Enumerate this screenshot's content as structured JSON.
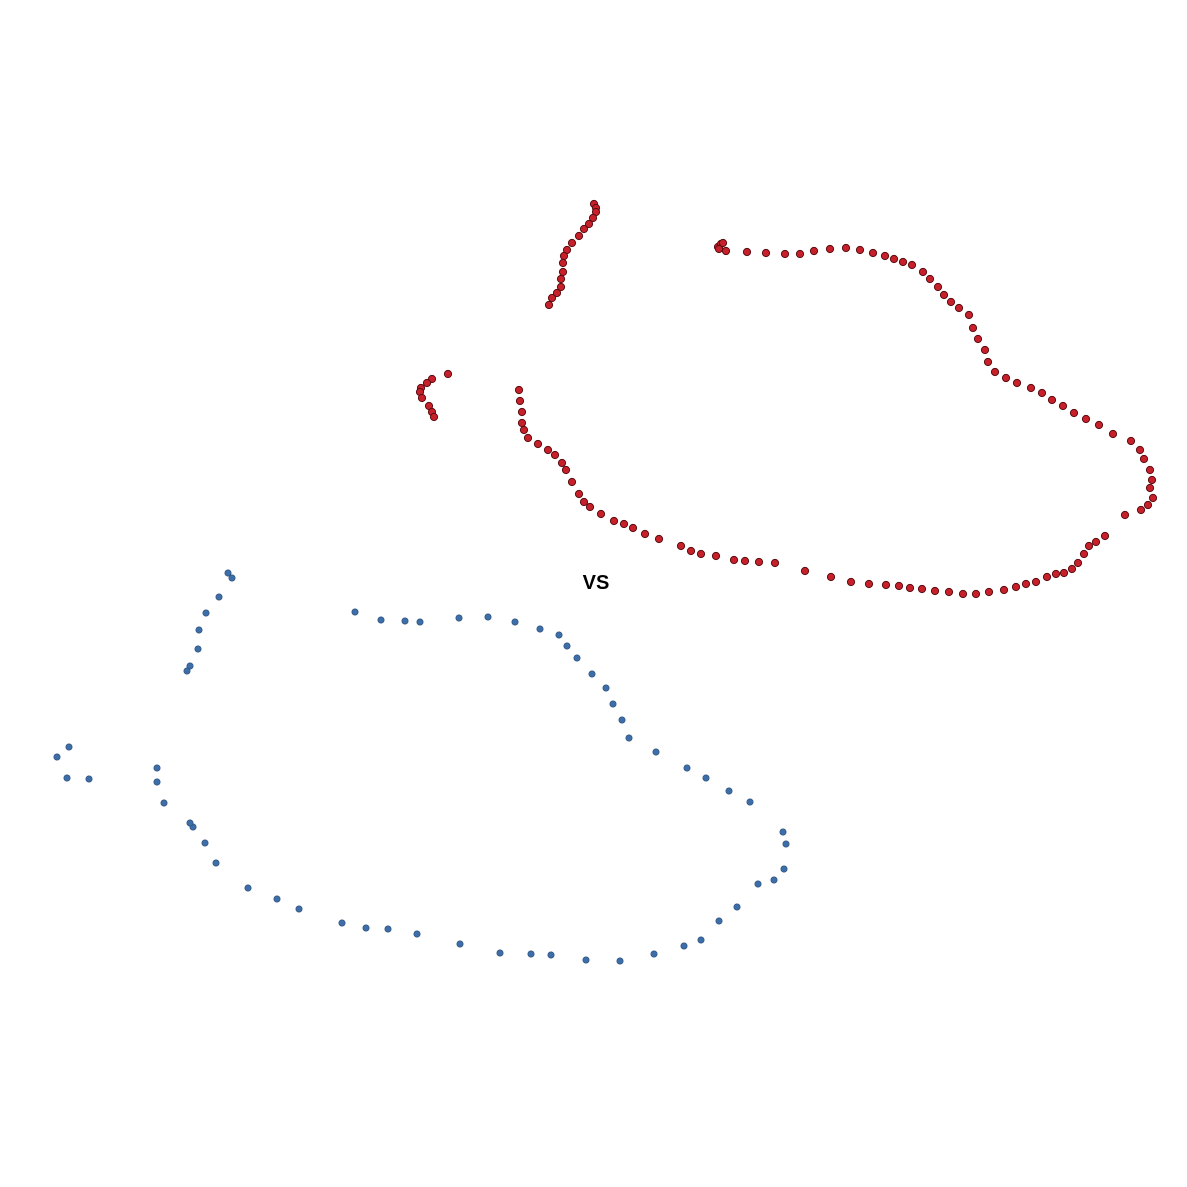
{
  "label": "VS",
  "colors": {
    "red_fill": "#c8202a",
    "red_stroke": "#5a0d12",
    "blue_fill": "#3d6ea8",
    "blue_stroke": "#2a4f7a"
  },
  "shapes": [
    {
      "name": "red-point-cloud",
      "marker_color": "#c8202a",
      "outline_color": "#5a0d12",
      "segments": [
        [
          [
            594,
            204
          ],
          [
            596,
            208
          ],
          [
            596,
            212
          ],
          [
            593,
            218
          ],
          [
            589,
            224
          ],
          [
            584,
            229
          ],
          [
            579,
            236
          ],
          [
            572,
            243
          ],
          [
            567,
            250
          ],
          [
            564,
            256
          ],
          [
            563,
            263
          ],
          [
            563,
            272
          ],
          [
            561,
            279
          ],
          [
            561,
            287
          ],
          [
            557,
            293
          ],
          [
            552,
            298
          ],
          [
            549,
            305
          ]
        ],
        [
          [
            718,
            247
          ],
          [
            721,
            244
          ],
          [
            723,
            243
          ],
          [
            719,
            249
          ],
          [
            726,
            251
          ],
          [
            747,
            252
          ],
          [
            766,
            253
          ],
          [
            785,
            254
          ],
          [
            800,
            254
          ],
          [
            814,
            251
          ],
          [
            830,
            249
          ],
          [
            846,
            248
          ],
          [
            860,
            250
          ],
          [
            873,
            253
          ],
          [
            885,
            256
          ],
          [
            894,
            259
          ],
          [
            903,
            262
          ],
          [
            912,
            265
          ],
          [
            923,
            272
          ],
          [
            930,
            279
          ],
          [
            938,
            287
          ],
          [
            944,
            295
          ],
          [
            951,
            302
          ],
          [
            959,
            308
          ],
          [
            969,
            315
          ],
          [
            973,
            328
          ],
          [
            978,
            339
          ],
          [
            985,
            350
          ],
          [
            988,
            362
          ],
          [
            995,
            372
          ],
          [
            1006,
            378
          ],
          [
            1017,
            383
          ],
          [
            1031,
            388
          ],
          [
            1042,
            393
          ],
          [
            1052,
            400
          ],
          [
            1063,
            406
          ],
          [
            1074,
            413
          ],
          [
            1086,
            419
          ],
          [
            1099,
            425
          ],
          [
            1113,
            434
          ],
          [
            1131,
            441
          ],
          [
            1140,
            450
          ],
          [
            1144,
            459
          ],
          [
            1150,
            470
          ],
          [
            1152,
            480
          ],
          [
            1150,
            488
          ],
          [
            1153,
            498
          ],
          [
            1148,
            505
          ],
          [
            1141,
            510
          ],
          [
            1125,
            515
          ],
          [
            1105,
            536
          ],
          [
            1096,
            542
          ],
          [
            1089,
            546
          ],
          [
            1084,
            554
          ],
          [
            1078,
            563
          ],
          [
            1072,
            569
          ],
          [
            1064,
            573
          ],
          [
            1056,
            574
          ],
          [
            1047,
            577
          ],
          [
            1036,
            582
          ],
          [
            1026,
            584
          ],
          [
            1016,
            587
          ],
          [
            1004,
            590
          ],
          [
            989,
            592
          ],
          [
            976,
            594
          ],
          [
            963,
            594
          ],
          [
            949,
            592
          ],
          [
            935,
            591
          ],
          [
            922,
            589
          ],
          [
            910,
            588
          ],
          [
            899,
            586
          ],
          [
            886,
            585
          ],
          [
            869,
            584
          ],
          [
            851,
            582
          ],
          [
            831,
            577
          ],
          [
            805,
            571
          ],
          [
            775,
            563
          ],
          [
            759,
            562
          ],
          [
            745,
            561
          ],
          [
            734,
            560
          ],
          [
            716,
            556
          ],
          [
            701,
            554
          ],
          [
            691,
            551
          ],
          [
            681,
            546
          ],
          [
            659,
            539
          ],
          [
            645,
            534
          ],
          [
            633,
            528
          ],
          [
            624,
            524
          ],
          [
            614,
            521
          ],
          [
            601,
            514
          ],
          [
            590,
            507
          ],
          [
            584,
            502
          ],
          [
            579,
            494
          ],
          [
            572,
            482
          ],
          [
            566,
            470
          ],
          [
            562,
            463
          ],
          [
            555,
            455
          ],
          [
            548,
            450
          ],
          [
            538,
            444
          ],
          [
            528,
            438
          ],
          [
            524,
            430
          ],
          [
            522,
            423
          ],
          [
            522,
            412
          ],
          [
            520,
            401
          ],
          [
            519,
            390
          ]
        ],
        [
          [
            448,
            374
          ],
          [
            432,
            379
          ],
          [
            427,
            383
          ],
          [
            421,
            388
          ],
          [
            420,
            392
          ],
          [
            422,
            398
          ],
          [
            429,
            406
          ],
          [
            432,
            412
          ],
          [
            434,
            417
          ]
        ]
      ]
    },
    {
      "name": "blue-point-cloud",
      "marker_color": "#3d6ea8",
      "outline_color": "#2a4f7a",
      "segments": [
        [
          [
            228,
            573
          ],
          [
            232,
            578
          ],
          [
            219,
            597
          ],
          [
            206,
            613
          ],
          [
            199,
            630
          ],
          [
            198,
            649
          ],
          [
            190,
            666
          ],
          [
            187,
            671
          ]
        ],
        [
          [
            355,
            612
          ],
          [
            381,
            620
          ],
          [
            405,
            621
          ],
          [
            420,
            622
          ],
          [
            459,
            618
          ],
          [
            488,
            617
          ],
          [
            515,
            622
          ],
          [
            540,
            629
          ],
          [
            559,
            635
          ],
          [
            567,
            646
          ],
          [
            577,
            658
          ],
          [
            592,
            674
          ],
          [
            606,
            688
          ],
          [
            613,
            704
          ],
          [
            622,
            720
          ],
          [
            629,
            738
          ],
          [
            656,
            752
          ],
          [
            687,
            768
          ],
          [
            706,
            778
          ],
          [
            729,
            791
          ],
          [
            750,
            802
          ],
          [
            783,
            832
          ],
          [
            786,
            844
          ],
          [
            784,
            869
          ],
          [
            774,
            880
          ],
          [
            758,
            884
          ],
          [
            737,
            907
          ],
          [
            719,
            921
          ],
          [
            701,
            940
          ],
          [
            684,
            946
          ],
          [
            654,
            954
          ],
          [
            620,
            961
          ],
          [
            586,
            960
          ],
          [
            551,
            955
          ],
          [
            531,
            954
          ],
          [
            500,
            953
          ],
          [
            460,
            944
          ],
          [
            417,
            934
          ],
          [
            388,
            929
          ],
          [
            366,
            928
          ],
          [
            342,
            923
          ],
          [
            299,
            909
          ],
          [
            277,
            899
          ],
          [
            248,
            888
          ],
          [
            216,
            863
          ],
          [
            205,
            843
          ],
          [
            193,
            827
          ],
          [
            190,
            823
          ],
          [
            164,
            803
          ],
          [
            157,
            782
          ],
          [
            157,
            768
          ]
        ],
        [
          [
            69,
            747
          ],
          [
            57,
            757
          ],
          [
            67,
            778
          ],
          [
            89,
            779
          ]
        ]
      ]
    }
  ]
}
